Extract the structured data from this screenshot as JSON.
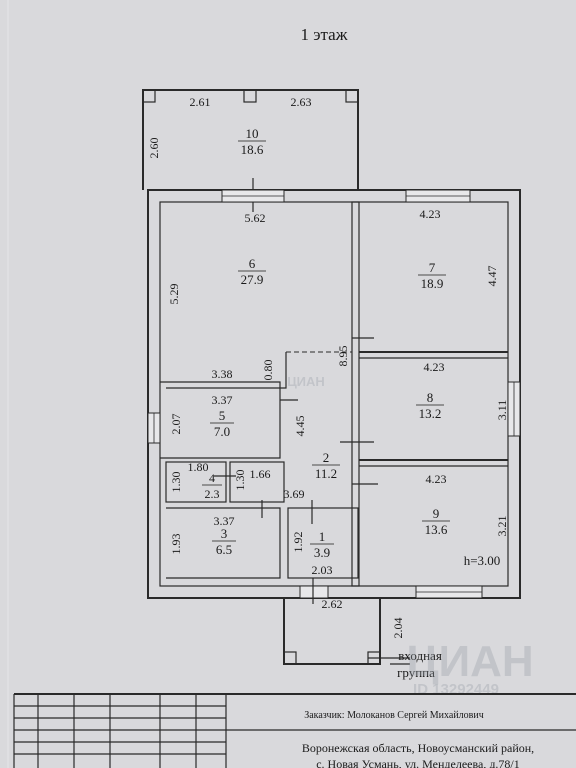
{
  "floor_title": "1 этаж",
  "rooms": [
    {
      "id": "10",
      "no": "10",
      "area": "18.6"
    },
    {
      "id": "6",
      "no": "6",
      "area": "27.9"
    },
    {
      "id": "7",
      "no": "7",
      "area": "18.9"
    },
    {
      "id": "8",
      "no": "8",
      "area": "13.2"
    },
    {
      "id": "5",
      "no": "5",
      "area": "7.0"
    },
    {
      "id": "2",
      "no": "2",
      "area": "11.2"
    },
    {
      "id": "4",
      "no": "4",
      "area": "2.3"
    },
    {
      "id": "9",
      "no": "9",
      "area": "13.6"
    },
    {
      "id": "3",
      "no": "3",
      "area": "6.5"
    },
    {
      "id": "1",
      "no": "1",
      "area": "3.9"
    }
  ],
  "dimensions": {
    "d261": "2.61",
    "d263": "2.63",
    "d260": "2.60",
    "d562": "5.62",
    "d423a": "4.23",
    "d529": "5.29",
    "d447": "4.47",
    "d080": "0.80",
    "d895": "8.95",
    "d338": "3.38",
    "d423b": "4.23",
    "d337a": "3.37",
    "d207": "2.07",
    "d445": "4.45",
    "d311": "3.11",
    "d130a": "1.30",
    "d180": "1.80",
    "d130b": "1.30",
    "d166": "1.66",
    "d423c": "4.23",
    "d369": "3.69",
    "d337b": "3.37",
    "d193": "1.93",
    "d192": "1.92",
    "d321": "3.21",
    "d203": "2.03",
    "d262": "2.62",
    "d204": "2.04"
  },
  "ceiling_height": "h=3.00",
  "entrance_line1": "входная",
  "entrance_line2": "группа",
  "watermark_center": "ЦИАН",
  "watermark_corner": "ЦИАН",
  "watermark_id": "ID 13292449",
  "customer": "Заказчик: Молоканов Сергей Михайлович",
  "address_line1": "Воронежская область, Новоусманский район,",
  "address_line2": "с. Новая Усмань, ул. Менделеева, д.78/1"
}
